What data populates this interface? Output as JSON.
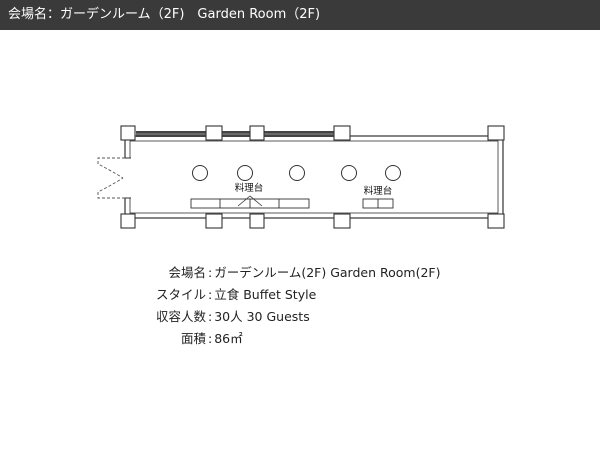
{
  "header": {
    "title": "会場名：ガーデンルーム（2F)　Garden Room（2F)"
  },
  "floor_plan": {
    "table_labels": [
      "料理台",
      "料理台"
    ],
    "round_tables_count": 5
  },
  "info": {
    "sep": ":",
    "rows": [
      {
        "label": "会場名",
        "value": "ガーデンルーム(2F) Garden Room(2F)"
      },
      {
        "label": "スタイル",
        "value": "立食 Buffet Style"
      },
      {
        "label": "収容人数",
        "value": "30人 30 Guests"
      },
      {
        "label": "面積",
        "value": "86㎡"
      }
    ]
  }
}
